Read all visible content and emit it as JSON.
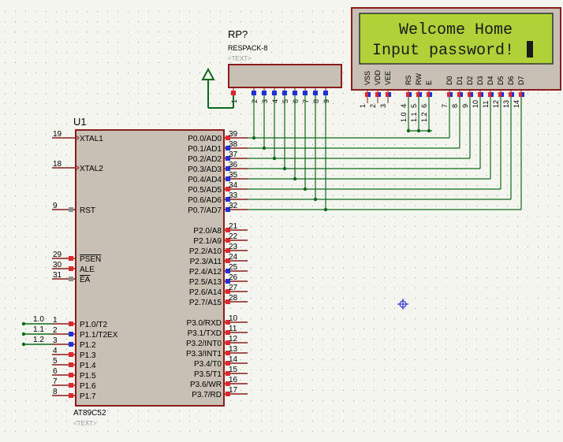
{
  "chip": {
    "ref": "U1",
    "part": "AT89C52",
    "text_tag": "<TEXT>",
    "left_pins": [
      {
        "num": "19",
        "name": "XTAL1"
      },
      {
        "num": "18",
        "name": "XTAL2"
      },
      {
        "num": "9",
        "name": "RST"
      },
      {
        "num": "29",
        "name": "PSEN"
      },
      {
        "num": "30",
        "name": "ALE"
      },
      {
        "num": "31",
        "name": "EA"
      },
      {
        "num": "1",
        "name": "P1.0/T2"
      },
      {
        "num": "2",
        "name": "P1.1/T2EX"
      },
      {
        "num": "3",
        "name": "P1.2"
      },
      {
        "num": "4",
        "name": "P1.3"
      },
      {
        "num": "5",
        "name": "P1.4"
      },
      {
        "num": "6",
        "name": "P1.5"
      },
      {
        "num": "7",
        "name": "P1.6"
      },
      {
        "num": "8",
        "name": "P1.7"
      }
    ],
    "right_pins": [
      {
        "num": "39",
        "name": "P0.0/AD0"
      },
      {
        "num": "38",
        "name": "P0.1/AD1"
      },
      {
        "num": "37",
        "name": "P0.2/AD2"
      },
      {
        "num": "36",
        "name": "P0.3/AD3"
      },
      {
        "num": "35",
        "name": "P0.4/AD4"
      },
      {
        "num": "34",
        "name": "P0.5/AD5"
      },
      {
        "num": "33",
        "name": "P0.6/AD6"
      },
      {
        "num": "32",
        "name": "P0.7/AD7"
      },
      {
        "num": "21",
        "name": "P2.0/A8"
      },
      {
        "num": "22",
        "name": "P2.1/A9"
      },
      {
        "num": "23",
        "name": "P2.2/A10"
      },
      {
        "num": "24",
        "name": "P2.3/A11"
      },
      {
        "num": "25",
        "name": "P2.4/A12"
      },
      {
        "num": "26",
        "name": "P2.5/A13"
      },
      {
        "num": "27",
        "name": "P2.6/A14"
      },
      {
        "num": "28",
        "name": "P2.7/A15"
      },
      {
        "num": "10",
        "name": "P3.0/RXD"
      },
      {
        "num": "11",
        "name": "P3.1/TXD"
      },
      {
        "num": "12",
        "name": "P3.2/INT0"
      },
      {
        "num": "13",
        "name": "P3.3/INT1"
      },
      {
        "num": "14",
        "name": "P3.4/T0"
      },
      {
        "num": "15",
        "name": "P3.5/T1"
      },
      {
        "num": "16",
        "name": "P3.6/WR"
      },
      {
        "num": "17",
        "name": "P3.7/RD"
      }
    ]
  },
  "respack": {
    "ref": "RP?",
    "part": "RESPACK-8",
    "text_tag": "<TEXT>",
    "pins": [
      "1",
      "2",
      "3",
      "4",
      "5",
      "6",
      "7",
      "8",
      "9"
    ]
  },
  "lcd": {
    "line1": "Welcome Home",
    "line2": "Input password!",
    "pins": [
      {
        "num": "1",
        "name": "VSS"
      },
      {
        "num": "2",
        "name": "VDD"
      },
      {
        "num": "3",
        "name": "VEE"
      },
      {
        "num": "4",
        "name": "RS"
      },
      {
        "num": "5",
        "name": "RW"
      },
      {
        "num": "6",
        "name": "E"
      },
      {
        "num": "7",
        "name": "D0"
      },
      {
        "num": "8",
        "name": "D1"
      },
      {
        "num": "9",
        "name": "D2"
      },
      {
        "num": "10",
        "name": "D3"
      },
      {
        "num": "11",
        "name": "D4"
      },
      {
        "num": "12",
        "name": "D5"
      },
      {
        "num": "13",
        "name": "D6"
      },
      {
        "num": "14",
        "name": "D7"
      }
    ]
  },
  "net_labels": [
    "1.0",
    "1.1",
    "1.2"
  ],
  "colors": {
    "background": "#f5f5ef",
    "grid_dot": "#9a9a9a",
    "body_fill": "#c8c0b4",
    "body_stroke": "#8a1c1c",
    "wire": "#0c6b1a",
    "pin_red": "#e0282c",
    "pin_blue": "#2030d8",
    "pin_gray": "#909090",
    "lcd_screen": "#b0d238",
    "lcd_text": "#1a1a1a",
    "marker": "#2a3ad8"
  }
}
